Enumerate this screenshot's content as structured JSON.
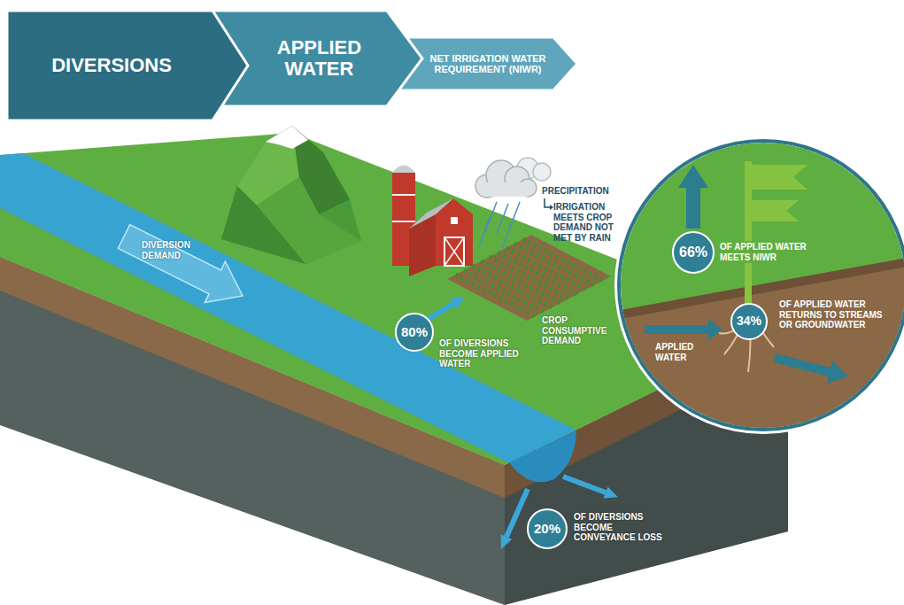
{
  "diagram": {
    "nodes": [
      {
        "text": [
          "DIVERSIONS"
        ]
      },
      {
        "text": [
          "APPLIED WATER"
        ]
      },
      {
        "text": [
          "NET IRRIGATION WATER REQUIREMENT (NIWR)"
        ]
      },
      {
        "text": [
          "80%"
        ]
      },
      {
        "text": [
          "20%"
        ]
      },
      {
        "text": [
          "66%"
        ]
      },
      {
        "text": [
          "34%"
        ]
      }
    ],
    "labels": [
      "DIVERSION DEMAND",
      "PRECIPITATION",
      "IRRIGATION MEETS CROP DEMAND NOT MET BY RAIN",
      "CROP CONSUMPTIVE DEMAND",
      "OF DIVERSIONS BECOME APPLIED WATER",
      "OF DIVERSIONS BECOME CONVEYANCE LOSS",
      "OF APPLIED WATER MEETS NIWR",
      "APPLIED WATER",
      "OF APPLIED WATER RETURNS TO STREAMS OR GROUNDWATER"
    ]
  }
}
